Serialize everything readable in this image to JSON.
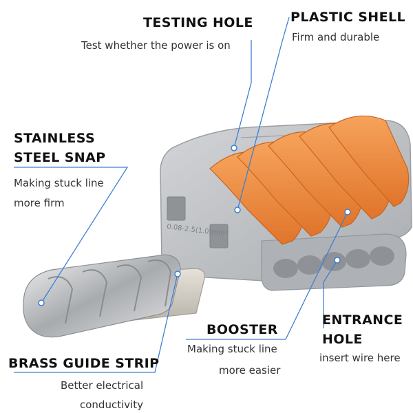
{
  "labels": {
    "testing_hole": {
      "title": "TESTING HOLE",
      "desc": "Test whether the power is on"
    },
    "plastic_shell": {
      "title": "PLASTIC SHELL",
      "desc": "Firm and durable"
    },
    "stainless_snap": {
      "title_line1": "STAINLESS",
      "title_line2": "STEEL SNAP",
      "desc_line1": "Making stuck line",
      "desc_line2": "more firm"
    },
    "booster": {
      "title": "BOOSTER",
      "desc_line1": "Making stuck line",
      "desc_line2": "more easier"
    },
    "entrance_hole": {
      "title_line1": "ENTRANCE",
      "title_line2": "HOLE",
      "desc": "insert wire here"
    },
    "brass_strip": {
      "title": "BRASS GUIDE STRIP",
      "desc_line1": "Better electrical",
      "desc_line2": "conductivity"
    }
  },
  "housing_marking": "0.08-2.5(1.0)mm²",
  "colors": {
    "shell_grey": "#b9bcc0",
    "lever_orange": "#f08a3e",
    "callout_blue": "#3d7fd6",
    "steel": "#c9cccf"
  }
}
